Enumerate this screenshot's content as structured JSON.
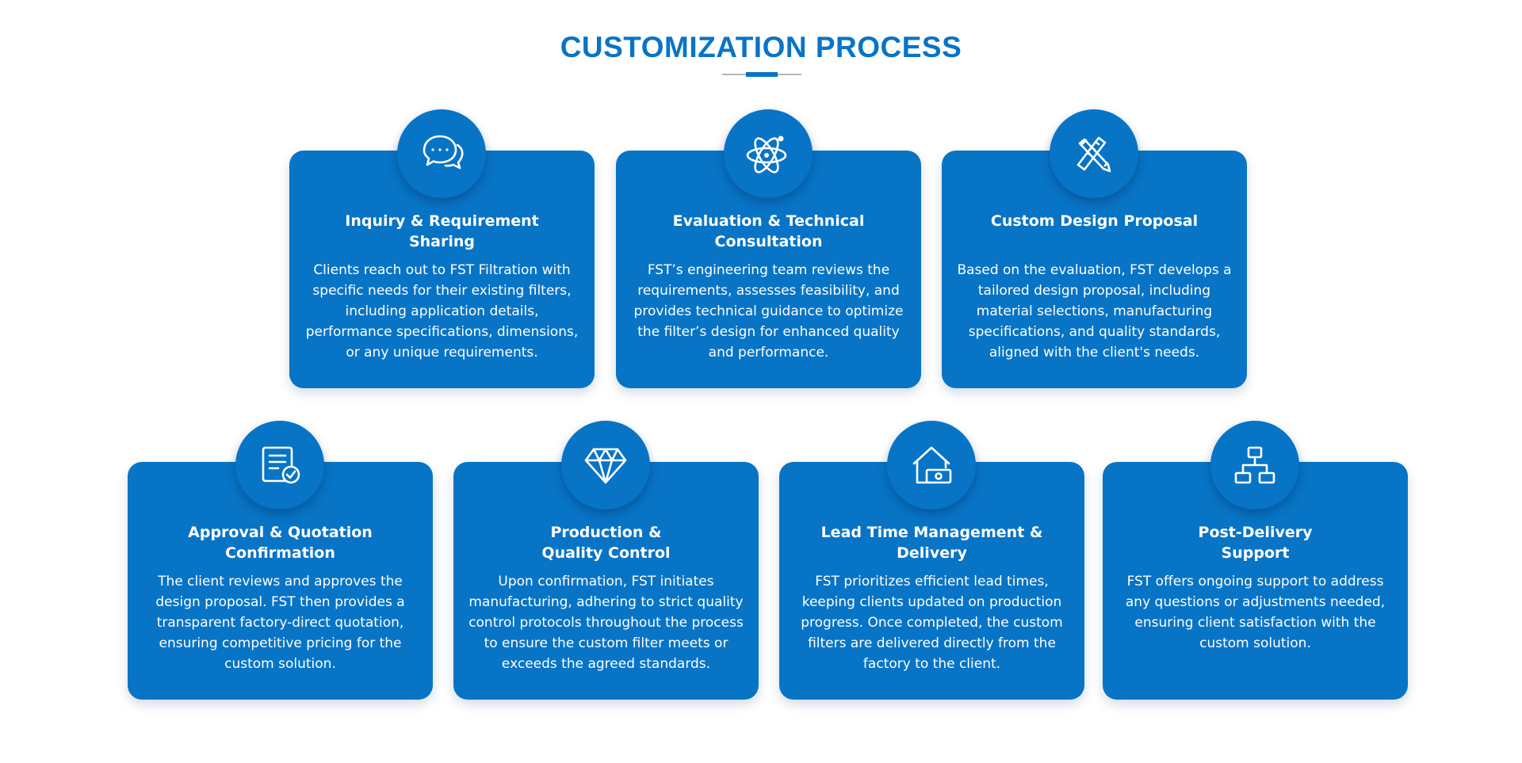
{
  "page": {
    "title": "CUSTOMIZATION PROCESS",
    "accent_color": "#0874c6"
  },
  "steps": [
    {
      "icon": "chat-bubbles-icon",
      "title_lines": [
        "Inquiry & Requirement",
        "Sharing"
      ],
      "description": "Clients reach out to FST Filtration with specific needs for their existing filters, including application details, performance specifications, dimensions, or any unique requirements."
    },
    {
      "icon": "atom-icon",
      "title_lines": [
        "Evaluation & Technical",
        "Consultation"
      ],
      "description": "FST’s engineering team reviews the requirements, assesses feasibility, and provides technical guidance to optimize the filter’s design for enhanced quality and performance."
    },
    {
      "icon": "pencil-ruler-icon",
      "title_lines": [
        "Custom Design Proposal"
      ],
      "description": "Based on the evaluation, FST develops a tailored design proposal, including material selections, manufacturing specifications, and quality standards, aligned with the client's needs."
    },
    {
      "icon": "document-check-icon",
      "title_lines": [
        "Approval & Quotation",
        "Confirmation"
      ],
      "description": "The client reviews and approves the design proposal. FST then provides a transparent factory-direct quotation, ensuring competitive pricing for the custom solution."
    },
    {
      "icon": "diamond-icon",
      "title_lines": [
        "Production &",
        "Quality Control"
      ],
      "description": "Upon confirmation, FST initiates manufacturing, adhering to strict quality control protocols throughout the process to ensure the custom filter meets or exceeds the agreed standards."
    },
    {
      "icon": "house-delivery-icon",
      "title_lines": [
        "Lead Time Management &",
        "Delivery"
      ],
      "description": "FST prioritizes efficient lead times, keeping clients updated on production progress. Once completed, the custom filters are delivered directly from the factory to the client."
    },
    {
      "icon": "hierarchy-icon",
      "title_lines": [
        "Post-Delivery",
        "Support"
      ],
      "description": "FST offers ongoing support to address any questions or adjustments needed, ensuring client satisfaction with the custom solution."
    }
  ]
}
